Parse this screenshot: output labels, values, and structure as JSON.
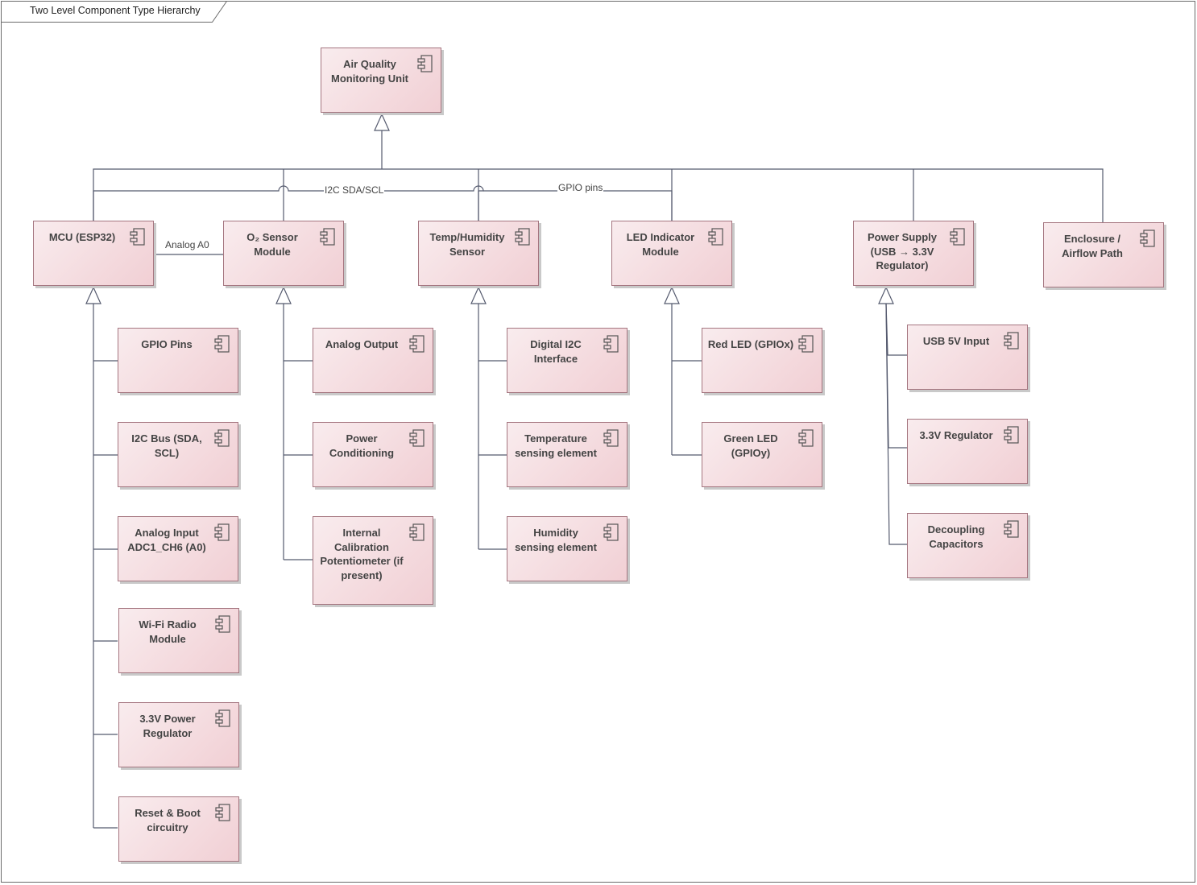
{
  "diagram": {
    "title": "Two Level Component Type Hierarchy",
    "colors": {
      "node_fill_light": "#f9ecee",
      "node_fill_dark": "#f1cfd4",
      "node_border": "#a57680",
      "line": "#555a6e"
    },
    "icon": "component-icon",
    "root": {
      "id": "air-quality-monitoring-unit",
      "label": "Air Quality Monitoring Unit"
    },
    "groups": [
      {
        "id": "mcu",
        "label": "MCU (ESP32)",
        "children": [
          "GPIO Pins",
          "I2C Bus (SDA, SCL)",
          "Analog Input ADC1_CH6 (A0)",
          "Wi-Fi Radio Module",
          "3.3V Power Regulator",
          "Reset & Boot circuitry"
        ]
      },
      {
        "id": "o2-sensor-module",
        "label": "O₂ Sensor Module",
        "children": [
          "Analog Output",
          "Power Conditioning",
          "Internal Calibration Potentiometer (if present)"
        ]
      },
      {
        "id": "temp-humidity-sensor",
        "label": "Temp/Humidity Sensor",
        "children": [
          "Digital I2C Interface",
          "Temperature sensing element",
          "Humidity sensing element"
        ]
      },
      {
        "id": "led-indicator-module",
        "label": "LED Indicator Module",
        "children": [
          "Red LED (GPIOx)",
          "Green LED (GPIOy)"
        ]
      },
      {
        "id": "power-supply",
        "label": "Power Supply (USB → 3.3V Regulator)",
        "children": [
          "USB 5V Input",
          "3.3V Regulator",
          "Decoupling Capacitors"
        ]
      },
      {
        "id": "enclosure-airflow-path",
        "label": "Enclosure / Airflow Path",
        "children": []
      }
    ],
    "connections": [
      {
        "id": "analog-a0",
        "label": "Analog A0",
        "from": "mcu",
        "to": "o2-sensor-module"
      },
      {
        "id": "i2c-sda-scl",
        "label": "I2C SDA/SCL",
        "from": "mcu",
        "to": "temp-humidity-sensor"
      },
      {
        "id": "gpio-pins",
        "label": "GPIO pins",
        "from": "mcu",
        "to": "led-indicator-module"
      }
    ]
  }
}
